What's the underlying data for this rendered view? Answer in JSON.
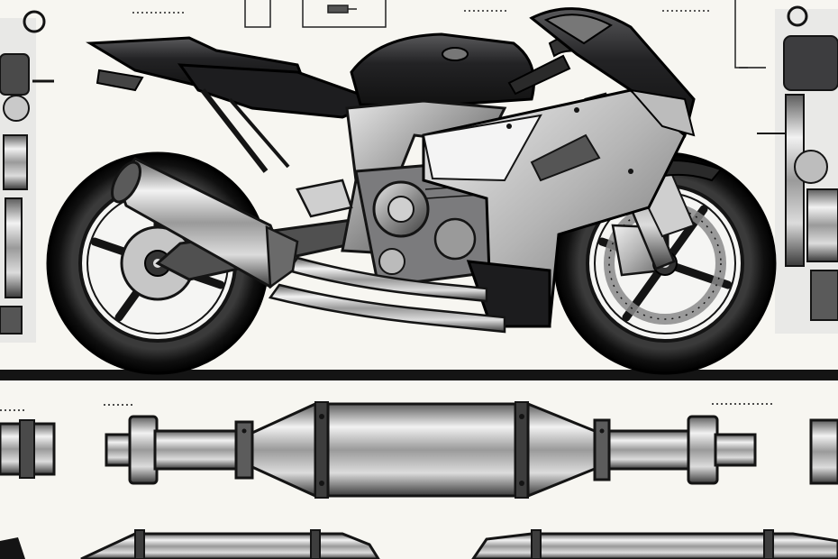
{
  "scene": {
    "subject": "motorcycle-exhaust-illustration",
    "palette": {
      "paper": "#f7f6f1",
      "ink": "#141414",
      "dark_paint": "#2b2b2d",
      "mid_gray": "#8d8d8f",
      "light_metal": "#d9d9d9",
      "chrome_highlight": "#f2f2f2"
    },
    "elements": [
      "sport-motorcycle",
      "exhaust-muffler-assembly",
      "engine-detail-left",
      "engine-detail-right",
      "detail-callout-boxes"
    ]
  }
}
